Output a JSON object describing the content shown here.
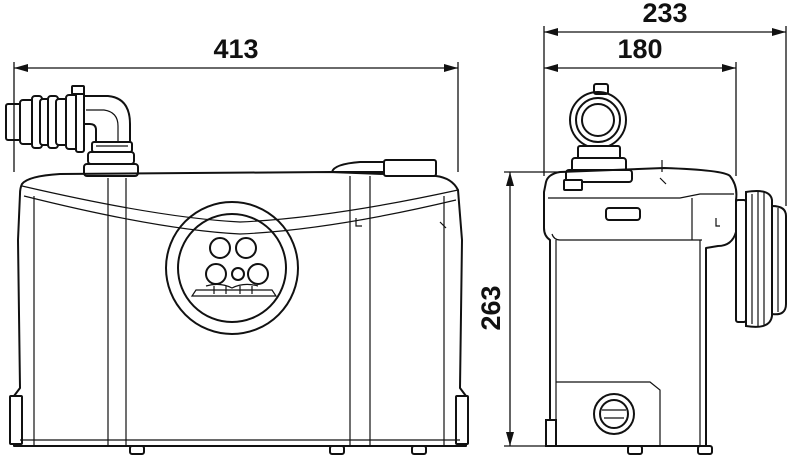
{
  "dimensions": {
    "front_width": "413",
    "side_overall_depth": "233",
    "side_body_depth": "180",
    "height": "263"
  }
}
